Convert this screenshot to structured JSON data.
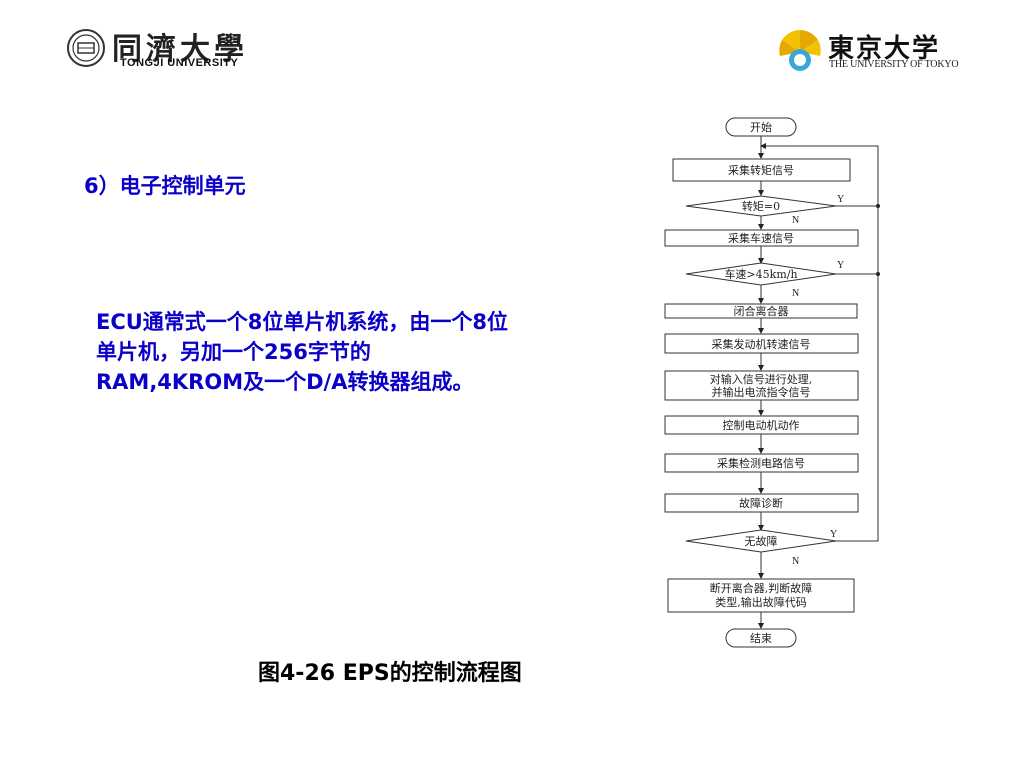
{
  "logos": {
    "left": {
      "cn": "同濟大學",
      "en": "TONGJI UNIVERSITY"
    },
    "right": {
      "cn": "東京大学",
      "en": "THE UNIVERSITY OF TOKYO"
    }
  },
  "heading": "6）电子控制单元",
  "paragraph": "ECU通常式一个8位单片机系统，由一个8位单片机，另加一个256字节的RAM,4KROM及一个D/A转换器组成。",
  "caption": "图4-26 EPS的控制流程图",
  "flowchart": {
    "start": "开始",
    "collect_torque": "采集转矩信号",
    "decision_torque": "转矩=0",
    "collect_speed": "采集车速信号",
    "decision_speed": "车速>45km/h",
    "close_clutch": "闭合离合器",
    "collect_motor_speed": "采集发动机转速信号",
    "process_line1": "对输入信号进行处理,",
    "process_line2": "并输出电流指令信号",
    "control_motor": "控制电动机动作",
    "collect_detect": "采集检测电路信号",
    "diagnose": "故障诊断",
    "decision_fault": "无故障",
    "fault_line1": "断开离合器,判断故障",
    "fault_line2": "类型,输出故障代码",
    "end": "结束",
    "yes": "Y",
    "no": "N"
  }
}
